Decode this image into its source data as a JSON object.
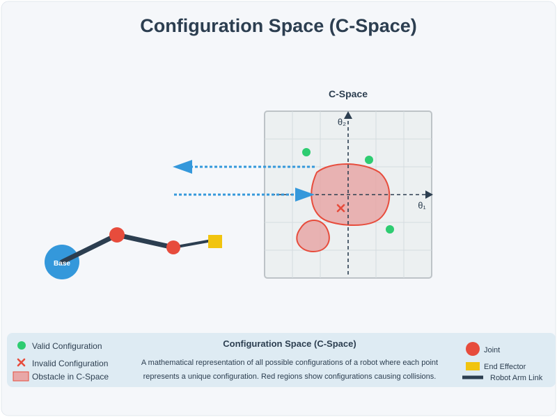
{
  "title": "Configuration Space (C-Space)",
  "cspace": {
    "heading": "C-Space",
    "axis_x_label": "θ₁",
    "axis_y_label": "θ₂"
  },
  "robot": {
    "base_label": "Base"
  },
  "legend": {
    "valid": "Valid Configuration",
    "invalid": "Invalid Configuration",
    "obstacle": "Obstacle in C-Space",
    "joint": "Joint",
    "end_effector": "End Effector",
    "link": "Robot Arm Link"
  },
  "description": {
    "heading": "Configuration Space (C-Space)",
    "line1": "A mathematical representation of all possible configurations of a robot where each point",
    "line2": "represents a unique configuration. Red regions show configurations causing collisions."
  },
  "colors": {
    "background": "#f5f7fa",
    "title": "#2c3e50",
    "valid": "#2ecc71",
    "invalid": "#e74c3c",
    "obstacle_fill": "#e8a7a7",
    "obstacle_stroke": "#e74c3c",
    "joint": "#e74c3c",
    "base": "#3498db",
    "arrow": "#3498db",
    "end_effector": "#f1c40f",
    "link": "#2c3e50",
    "legend_bg": "#deebf3"
  }
}
